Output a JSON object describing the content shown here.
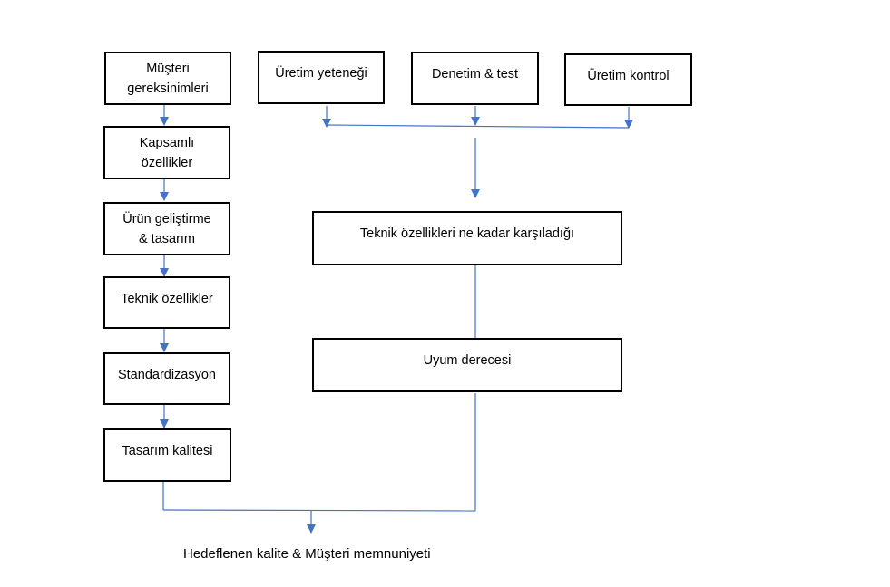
{
  "left_column": {
    "customer_requirements": {
      "line1": "Müşteri",
      "line2": "gereksinimleri"
    },
    "comprehensive_specs": {
      "line1": "Kapsamlı",
      "line2": "özellikler"
    },
    "product_development": {
      "line1": "Ürün geliştirme",
      "line2": "& tasarım"
    },
    "technical_specs": "Teknik özellikler",
    "standardization": "Standardizasyon",
    "design_quality": "Tasarım kalitesi"
  },
  "top_row": {
    "production_capability": "Üretim yeteneği",
    "inspection_test": "Denetim & test",
    "production_control": "Üretim kontrol"
  },
  "right_column": {
    "meets_specs": "Teknik özellikleri ne kadar karşıladığı",
    "conformance_degree": "Uyum derecesi"
  },
  "result": "Hedeflenen kalite & Müşteri memnuniyeti",
  "colors": {
    "connector": "#4472C4",
    "box_border": "#000000"
  }
}
